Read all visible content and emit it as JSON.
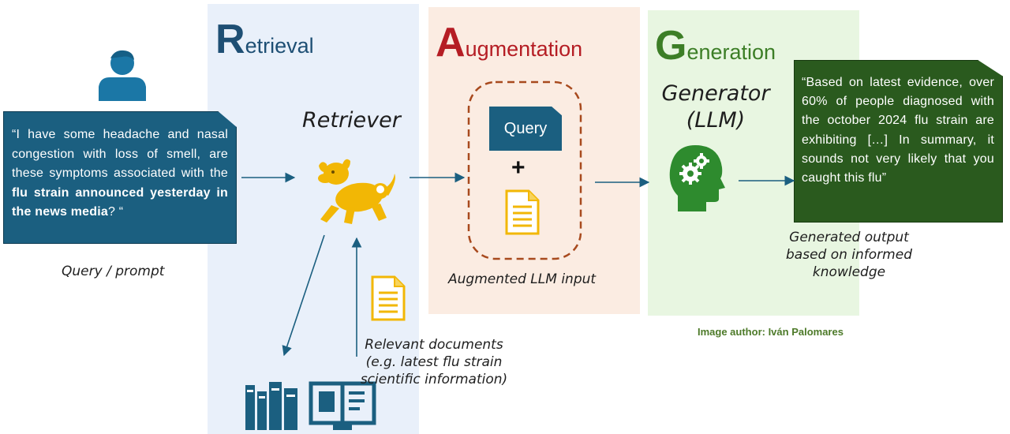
{
  "stages": {
    "retrieval": {
      "cap": "R",
      "rest": "etrieval"
    },
    "augmentation": {
      "cap": "A",
      "rest": "ugmentation"
    },
    "generation": {
      "cap": "G",
      "rest": "eneration"
    }
  },
  "query": {
    "text_before": "“I have some headache and nasal congestion with loss of smell, are these symptoms associated with the ",
    "text_bold": "flu strain announced yesterday in the news media",
    "text_after": "? “",
    "label": "Query / prompt"
  },
  "retriever": {
    "label": "Retriever"
  },
  "relevant_documents": {
    "label": "Relevant documents (e.g. latest flu strain scientific information)"
  },
  "augmentation": {
    "chip": "Query",
    "plus": "+",
    "label": "Augmented LLM input"
  },
  "generator": {
    "label_line1": "Generator",
    "label_line2": "(LLM)"
  },
  "output": {
    "text": "“Based on latest evidence, over 60% of people diagnosed with the october 2024 flu strain are exhibiting […] In summary, it sounds not very likely that you caught this flu”",
    "label": "Generated output based on informed knowledge"
  },
  "credit": "Image author: Iván Palomares",
  "colors": {
    "retrieval": "#1e4f74",
    "augmentation": "#b51d24",
    "generation": "#3c7e26",
    "query_box": "#1b5f80",
    "output_box": "#2a5a1e",
    "dog": "#f2b705",
    "document": "#f2b705"
  },
  "icons": [
    "user-icon",
    "dog-icon",
    "document-icon",
    "books-icon",
    "open-book-icon",
    "head-gears-icon"
  ]
}
